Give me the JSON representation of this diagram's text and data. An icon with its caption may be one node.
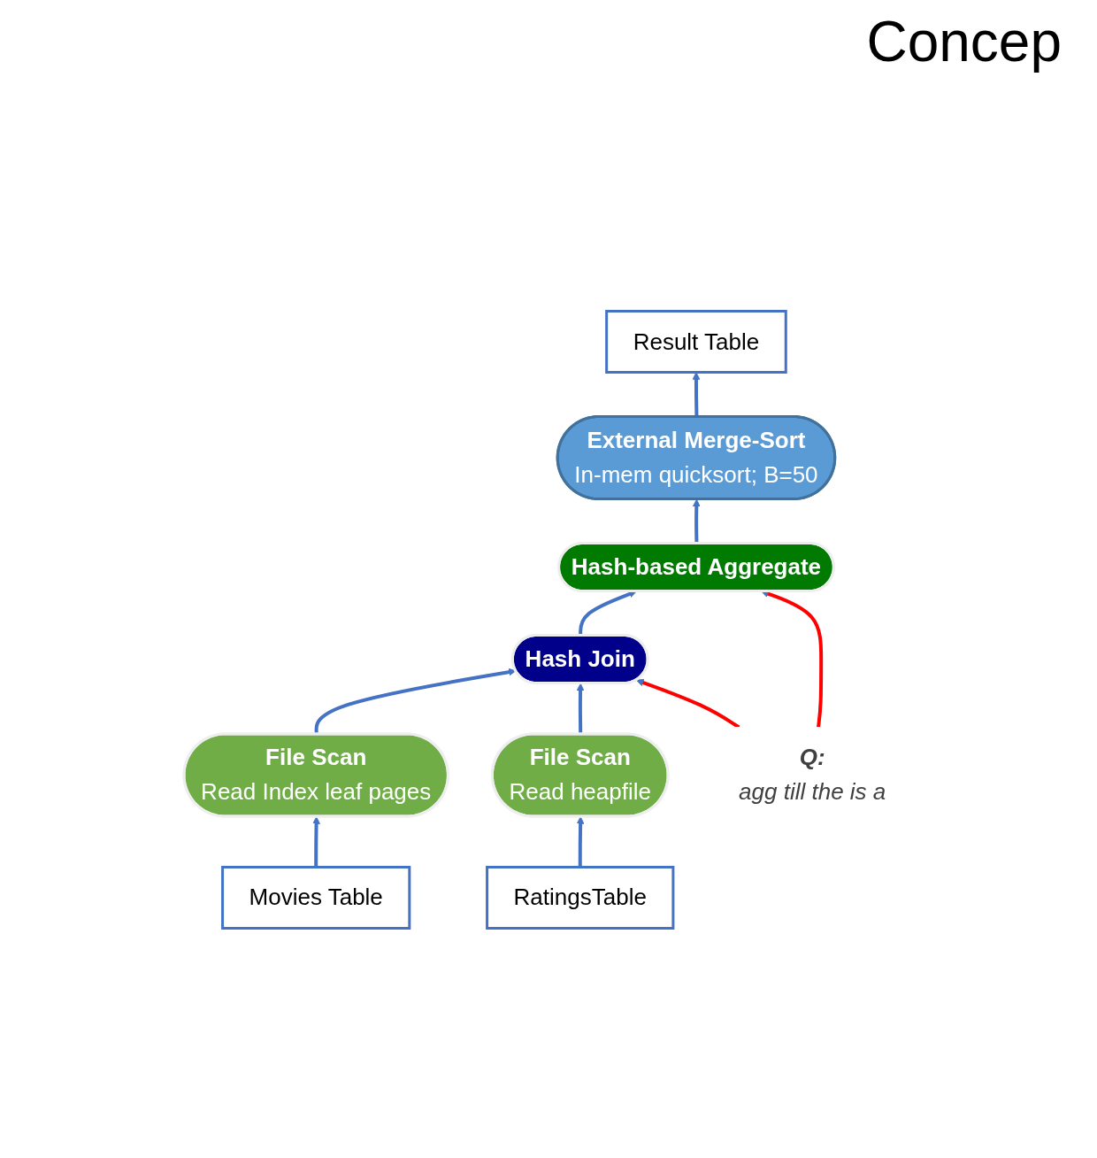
{
  "diagram": {
    "title": "Concep",
    "nodes": [
      {
        "text": [
          "Result Table"
        ]
      },
      {
        "text": [
          "External Merge-Sort",
          "In-mem quicksort; B=50"
        ]
      },
      {
        "text": [
          "Hash-based Aggregate"
        ]
      },
      {
        "text": [
          "Hash Join"
        ]
      },
      {
        "text": [
          "File Scan",
          "Read Index leaf pages"
        ]
      },
      {
        "text": [
          "File Scan",
          "Read heapfile"
        ]
      },
      {
        "text": [
          "Movies Table"
        ]
      },
      {
        "text": [
          "RatingsTable"
        ]
      },
      {
        "text": [
          "Q:",
          "agg till the is a"
        ]
      }
    ],
    "edges": [
      {
        "from": 1,
        "to": 0,
        "arrow": "to"
      },
      {
        "from": 2,
        "to": 1,
        "arrow": "to"
      },
      {
        "from": 3,
        "to": 2,
        "arrow": "to"
      },
      {
        "from": 4,
        "to": 3,
        "arrow": "to"
      },
      {
        "from": 5,
        "to": 3,
        "arrow": "to"
      },
      {
        "from": 6,
        "to": 4,
        "arrow": "to"
      },
      {
        "from": 7,
        "to": 5,
        "arrow": "to"
      },
      {
        "from": 8,
        "to": 2,
        "arrow": "to",
        "color": "#ff0000"
      },
      {
        "from": 8,
        "to": 3,
        "arrow": "to",
        "color": "#ff0000"
      }
    ]
  }
}
